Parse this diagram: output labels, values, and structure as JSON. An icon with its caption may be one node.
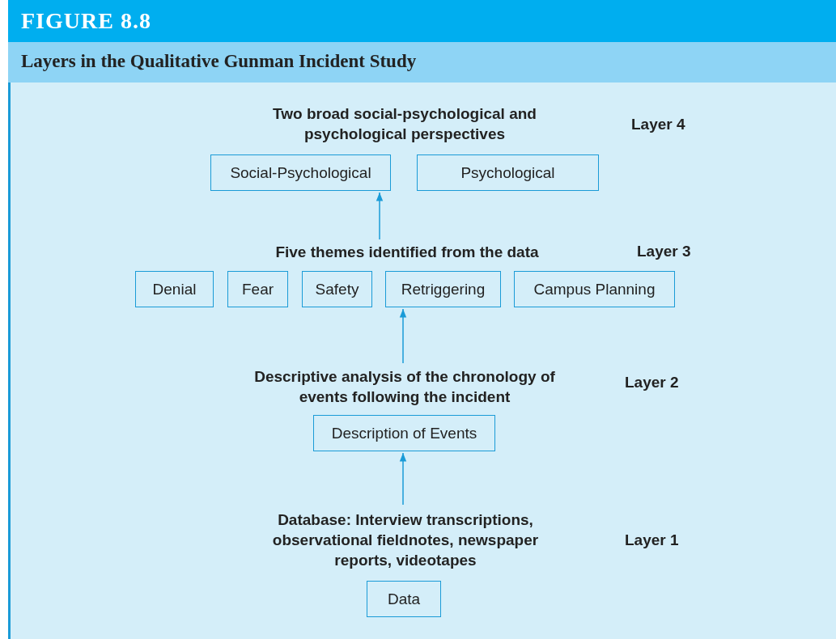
{
  "diagram": {
    "title": "FIGURE 8.8",
    "caption": "Layers in the Qualitative Gunman Incident Study",
    "nodes": [
      {
        "text": [
          "Two broad social-psychological and psychological perspectives"
        ]
      },
      {
        "text": [
          "Social-Psychological"
        ]
      },
      {
        "text": [
          "Psychological"
        ]
      },
      {
        "text": [
          "Five themes identified from the data"
        ]
      },
      {
        "text": [
          "Denial"
        ]
      },
      {
        "text": [
          "Fear"
        ]
      },
      {
        "text": [
          "Safety"
        ]
      },
      {
        "text": [
          "Retriggering"
        ]
      },
      {
        "text": [
          "Campus Planning"
        ]
      },
      {
        "text": [
          "Descriptive analysis of the chronology of events following the incident"
        ]
      },
      {
        "text": [
          "Description of Events"
        ]
      },
      {
        "text": [
          "Database: Interview transcriptions, observational fieldnotes, newspaper reports, videotapes"
        ]
      },
      {
        "text": [
          "Data"
        ]
      }
    ],
    "edges": [
      {
        "from": 11,
        "to": 10,
        "arrow": "to"
      },
      {
        "from": 9,
        "to": 7,
        "arrow": "to"
      },
      {
        "from": 3,
        "to": 1,
        "arrow": "to"
      }
    ],
    "labels": [
      "Layer 4",
      "Layer 3",
      "Layer 2",
      "Layer 1"
    ]
  }
}
